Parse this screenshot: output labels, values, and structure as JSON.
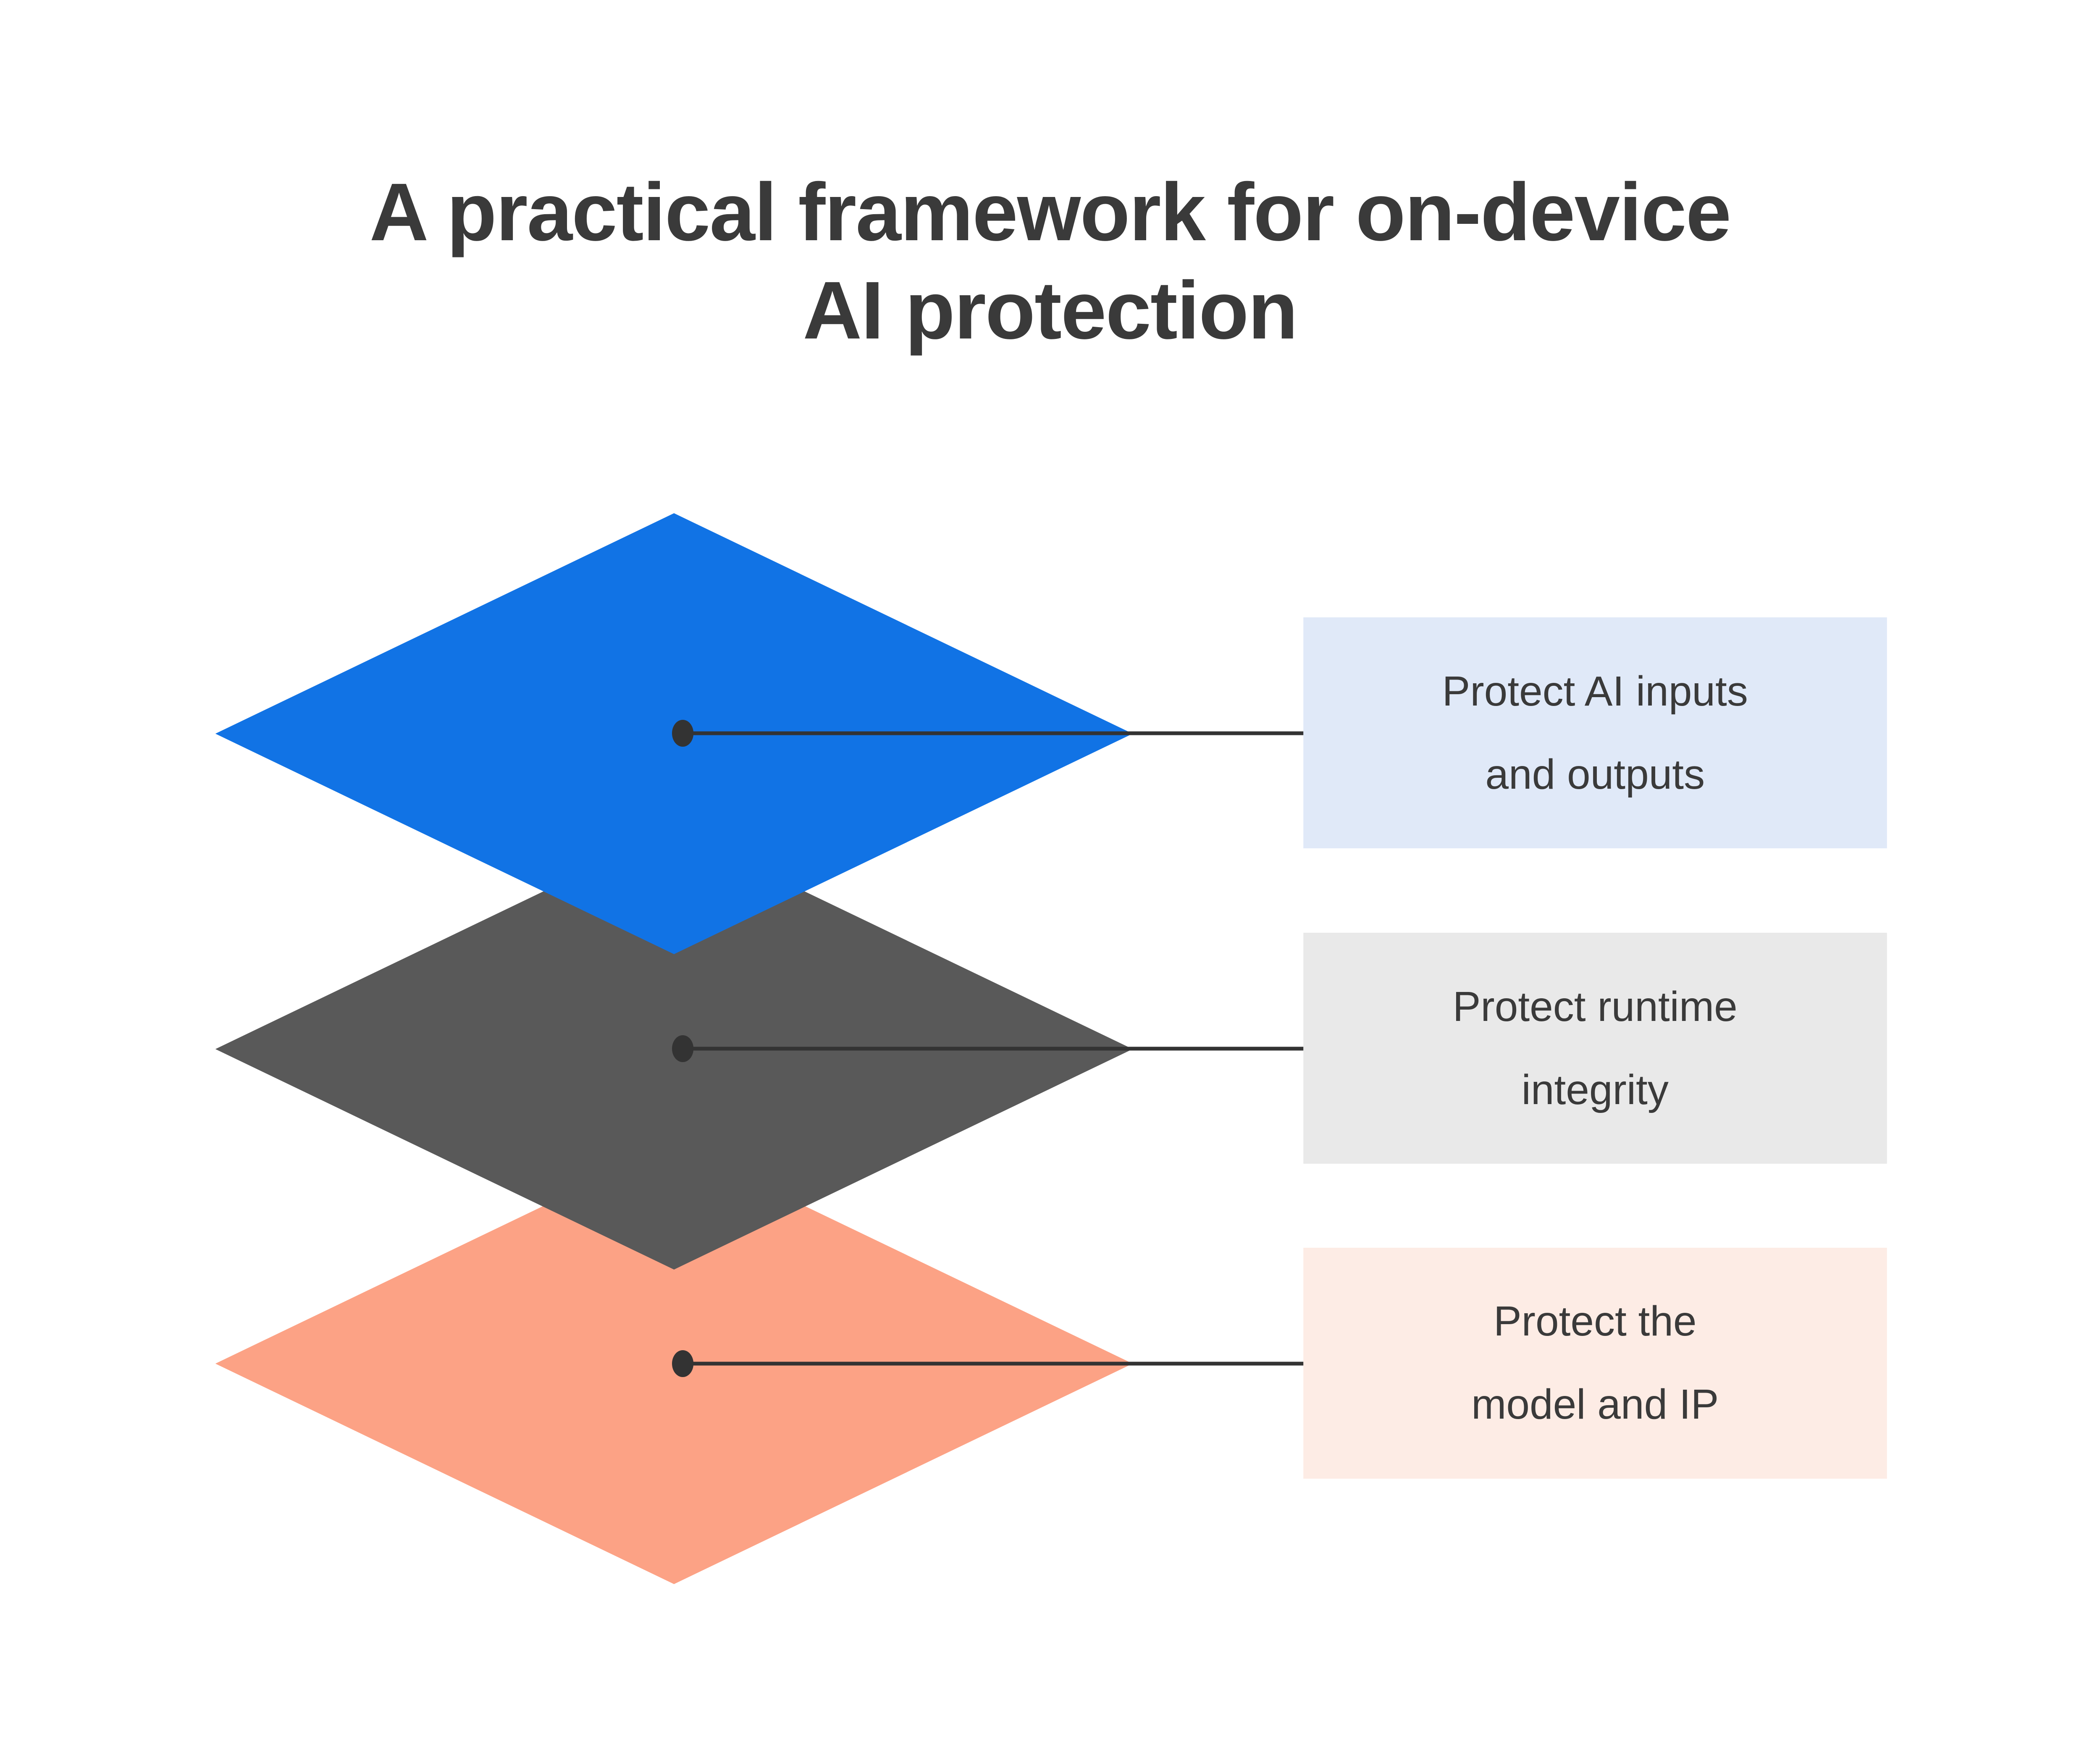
{
  "title": {
    "line1": "A practical framework for on-device",
    "line2": "AI protection"
  },
  "diagram": {
    "background": "#ffffff",
    "text_color": "#3a3a3a",
    "connector_color": "#333333",
    "layers": [
      {
        "name": "protect-ai-inputs-outputs",
        "diamond_color": "#1173e5",
        "label_bg": "#e0e9f8",
        "label_lines": [
          "Protect AI inputs",
          "and outputs"
        ]
      },
      {
        "name": "protect-runtime-integrity",
        "diamond_color": "#595959",
        "label_bg": "#e9e9e9",
        "label_lines": [
          "Protect runtime",
          "integrity"
        ]
      },
      {
        "name": "protect-model-and-ip",
        "diamond_color": "#fca285",
        "label_bg": "#fdece5",
        "label_lines": [
          "Protect the",
          "model and IP"
        ]
      }
    ]
  }
}
